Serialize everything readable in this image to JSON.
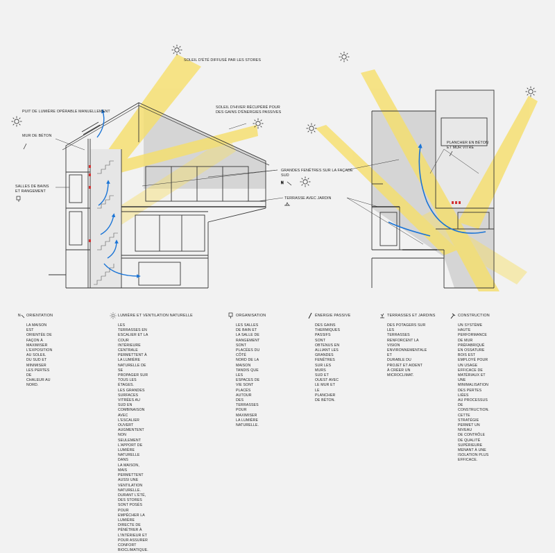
{
  "colors": {
    "background": "#f2f2f2",
    "sun_ray": "#f6df6a",
    "air_flow": "#1a74d6",
    "shadow_grey": "#d5d5d5",
    "line": "#333333",
    "red_mark": "#d33333"
  },
  "annotations": {
    "sun_summer": "SOLEIL D'ÉTÉ DIFFUSÉ PAR LES STORES",
    "sun_winter_1": "SOLEIL D'HIVER RÉCUPÉRÉ POUR",
    "sun_winter_2": "DES GAINS D'ÉNERGIES PASSIVES",
    "skylight": "PUIT DE LUMIÈRE OPÉRABLE MANUELLEMENT",
    "concrete_wall": "MUR DE BÉTON",
    "bathrooms_1": "SALLES DE BAINS",
    "bathrooms_2": "ET RANGEMENT",
    "windows_1": "GRANDES FENÊTRES SUR LA FAÇADE",
    "windows_2": "SUD",
    "terrace_garden": "TERRASSE AVEC JARDIN",
    "floor_1": "PLANCHER EN BÉTON",
    "floor_2": "ET MUR VITRÉ"
  },
  "legend": [
    {
      "icon": "north-arrow-icon",
      "title": "ORIENTATION",
      "body": "LA MAISON EST ORIENTÉE DE FAÇON À\nMAXIMISER L'EXPOSITION AU SOLEIL\nDU SUD ET MINIMISER LES PERTES DE\nCHALEUR AU NORD."
    },
    {
      "icon": "sun-icon",
      "title": "LUMIÈRE ET VENTILATION NATURELLE",
      "body": "LES TERRASSES EN ESCALIER ET LA COUR INTÉRIEURE\nCENTRALE PERMETTENT À LA LUMIÈRE NATURELLE DE SE\nPROPAGER SUR TOUS LES ÉTAGES.\nLES GRANDES SURFACES VITRÉES AU SUD EN\nCOMBINAISON AVEC L'ESCALIER OUVERT AUGMENTENT\nNON SEULEMENT L'APPORT DE LUMIÈRE NATURELLE DANS\nLA MAISON, MAIS PERMETTENT AUSSI UNE VENTILATION\nNATURELLE. DURANT L'ÉTÉ, DES STORES SONT POSÉS\nPOUR EMPÊCHER LA LUMIÈRE DIRECTE DE PÉNÉTRER À\nL'INTÉRIEUR ET POUR ASSURER CONFORT BIOCLIMATIQUE."
    },
    {
      "icon": "storage-icon",
      "title": "ORGANISATION",
      "body": "LES SALLES DE BAIN ET LA SALLE DE\nRANGEMENT SONT PLACÉES DU CÔTÉ\nNORD DE LA MAISON TANDIS QUE LES\nESPACES DE VIE SONT PLACÉS\nAUTOUR DES TERRASSES POUR\nMAXIMISER LA LUMIÈRE NATURELLE."
    },
    {
      "icon": "energy-icon",
      "title": "ÉNERGIE PASSIVE",
      "body": "DES GAINS THERMIQUES PASSIFS\nSONT OBTENUS EN ALLIANT LES\nGRANDES FENÊTRES SUR LES MURS\nSUD ET OUEST AVEC LE MUR ET LE\nPLANCHER DE BÉTON."
    },
    {
      "icon": "plant-icon",
      "title": "TERRASSES ET JARDINS",
      "body": "DES POTAGERS SUR LES\nTERRASSES RENFORCENT LA\nVISION  ENVIRONNEMENTALE ET\nDURABLE DU PROJET ET AIDENT\nÀ CRÉER UN MICROCLIMAT."
    },
    {
      "icon": "hammer-icon",
      "title": "CONSTRUCTION",
      "body": "UN SYSTÈME HAUTE PERFORMANCE\nDE MUR PRÉFABRIQUÉ EN OSSATURE\nBOIS EST EMPLOYÉ POUR UN USAGE\nEFFICACE DE MATÉRIAUX ET UNE\nMINIMALISATION DES PERTES LIÉES\nAU PROCESSUS DE CONSTRUCTION.\nCETTE STRATÉGIE PERMET UN NIVEAU\nDE CONTRÔLE DE QUALITÉ\nSUPÉRIEURE MENANT À UNE\nISOLATION PLUS EFFICACE."
    }
  ]
}
